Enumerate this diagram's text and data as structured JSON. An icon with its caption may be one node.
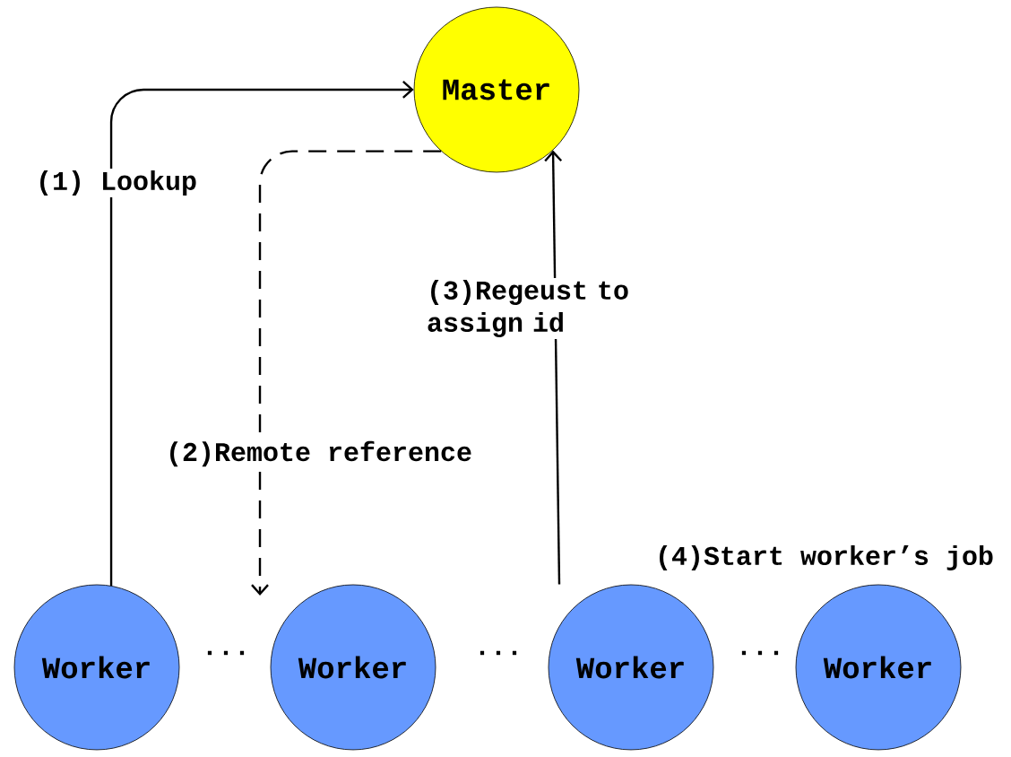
{
  "diagram": {
    "nodes": [
      {
        "text": [
          "Master"
        ]
      },
      {
        "text": [
          "Worker"
        ]
      },
      {
        "text": [
          "Worker"
        ]
      },
      {
        "text": [
          "Worker"
        ]
      },
      {
        "text": [
          "Worker"
        ]
      }
    ],
    "edges": [
      {
        "from": 1,
        "to": 0,
        "arrow": "to",
        "label": "(1) Lookup"
      },
      {
        "from": 0,
        "to": null,
        "arrow": "to",
        "style": "dashed",
        "label": "(2)Remote reference"
      },
      {
        "from": 3,
        "to": 0,
        "arrow": "to",
        "label": "(3)Regeust to assign id"
      }
    ],
    "labels": [
      "(4)Start worker’s job",
      "...",
      "...",
      "..."
    ]
  }
}
